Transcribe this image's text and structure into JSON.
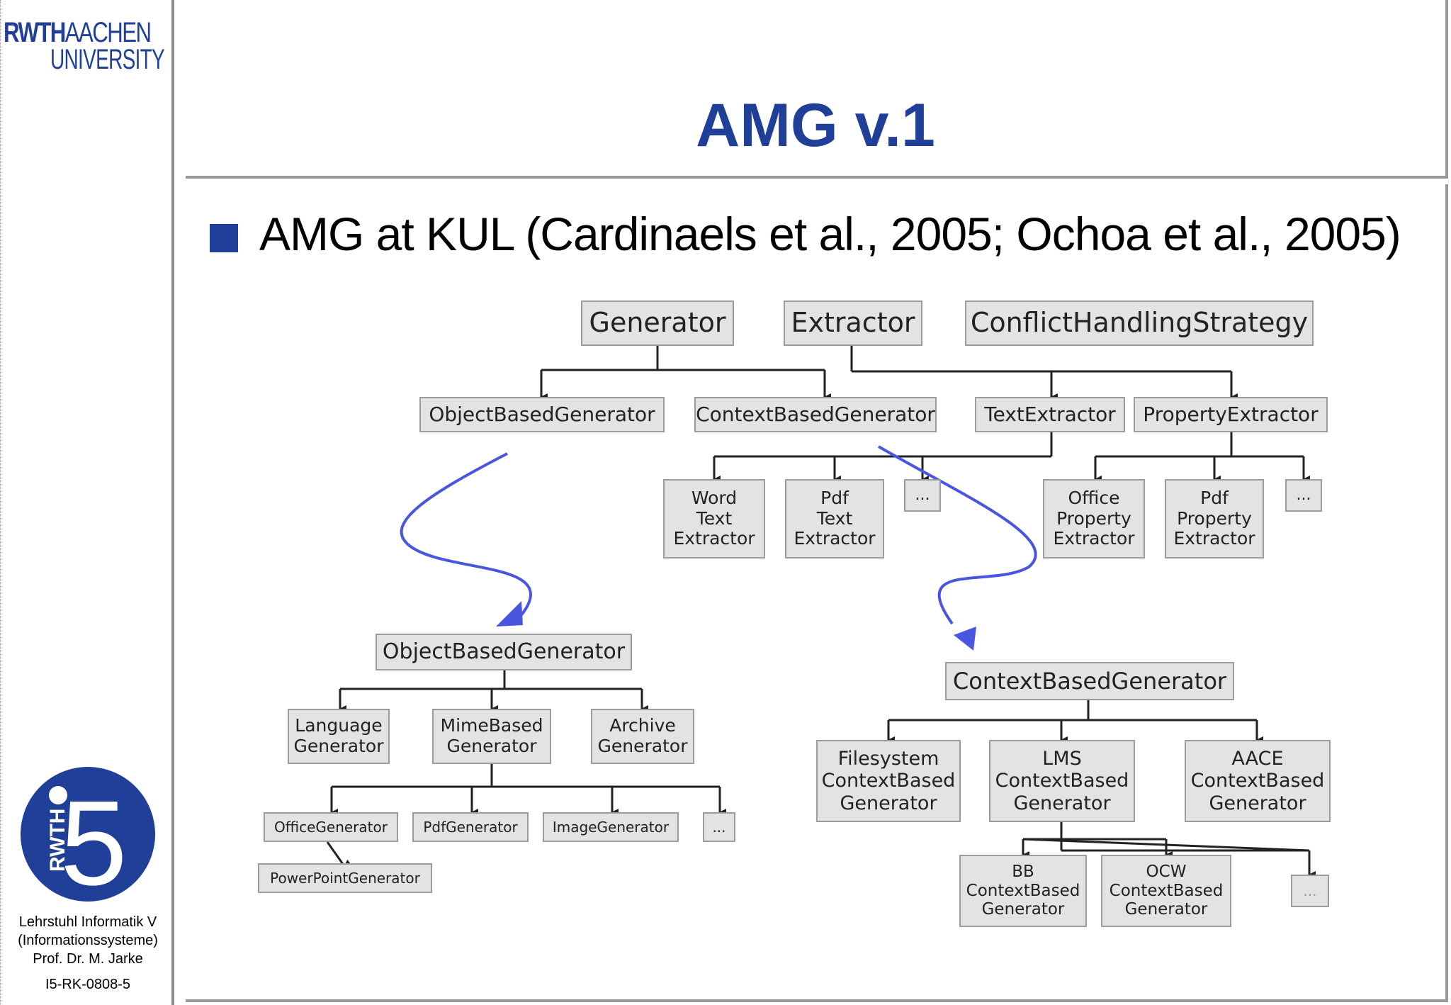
{
  "logo": {
    "part1": "RWTH",
    "part2": "AACHEN",
    "line2": "UNIVERSITY"
  },
  "badge": {
    "text": "RWTH",
    "number": "5"
  },
  "footer": {
    "line1": "Lehrstuhl Informatik V",
    "line2": "(Informationssysteme)",
    "line3": "Prof. Dr. M. Jarke",
    "code": "I5-RK-0808-5"
  },
  "colors": {
    "accent": "#1f3f99",
    "node_fill": "#e3e3e3",
    "node_border": "#9c9c9c",
    "arrow": "#4a55e0"
  },
  "slide": {
    "title": "AMG v.1",
    "bullet": "AMG at KUL (Cardinaels et al., 2005; Ochoa et al., 2005)"
  },
  "diagram": {
    "nodes": {
      "generator": "Generator",
      "extractor": "Extractor",
      "conflict": "ConflictHandlingStrategy",
      "obg_top": "ObjectBasedGenerator",
      "cbg_top": "ContextBasedGenerator",
      "text_extractor": "TextExtractor",
      "property_extractor": "PropertyExtractor",
      "word_text": "Word\nText\nExtractor",
      "pdf_text": "Pdf\nText\nExtractor",
      "text_more": "...",
      "office_prop": "Office\nProperty\nExtractor",
      "pdf_prop": "Pdf\nProperty\nExtractor",
      "prop_more": "...",
      "obg_detail": "ObjectBasedGenerator",
      "language_gen": "Language\nGenerator",
      "mime_gen": "MimeBased\nGenerator",
      "archive_gen": "Archive\nGenerator",
      "office_gen": "OfficeGenerator",
      "pdf_gen": "PdfGenerator",
      "image_gen": "ImageGenerator",
      "mime_more": "...",
      "ppt_gen": "PowerPointGenerator",
      "cbg_detail": "ContextBasedGenerator",
      "fs_gen": "Filesystem\nContextBased\nGenerator",
      "lms_gen": "LMS\nContextBased\nGenerator",
      "aace_gen": "AACE\nContextBased\nGenerator",
      "bb_gen": "BB\nContextBased\nGenerator",
      "ocw_gen": "OCW\nContextBased\nGenerator",
      "lms_more": "..."
    }
  }
}
